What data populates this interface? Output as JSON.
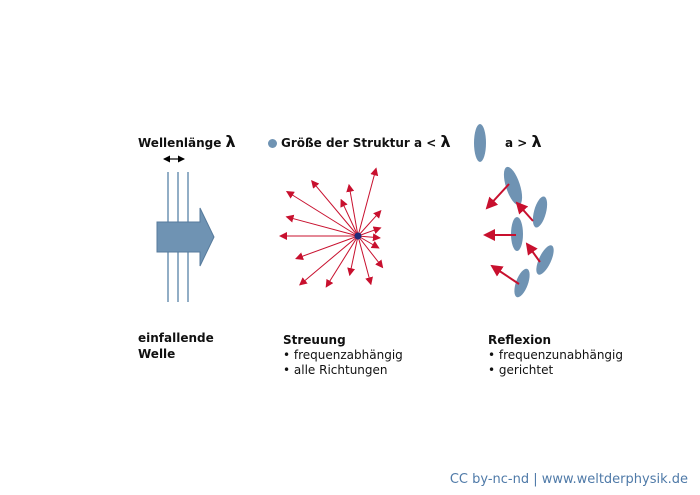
{
  "colors": {
    "wave_blue": "#6f93b3",
    "arrow_red": "#c8102e",
    "text": "#111111",
    "credit_blue": "#4f7aa8"
  },
  "panel1": {
    "heading": "Wellenlänge",
    "lambda": "λ",
    "caption_line1": "einfallende",
    "caption_line2": "Welle"
  },
  "panel2": {
    "heading": "Größe der Struktur a",
    "relation": "<",
    "lambda": "λ",
    "caption_title": "Streuung",
    "bullets": [
      "• frequenzabhängig",
      "• alle Richtungen"
    ]
  },
  "panel3": {
    "heading": "a",
    "relation": ">",
    "lambda": "λ",
    "caption_title": "Reflexion",
    "bullets": [
      "• frequenzunabhängig",
      "• gerichtet"
    ]
  },
  "credit": "CC by-nc-nd | www.weltderphysik.de"
}
